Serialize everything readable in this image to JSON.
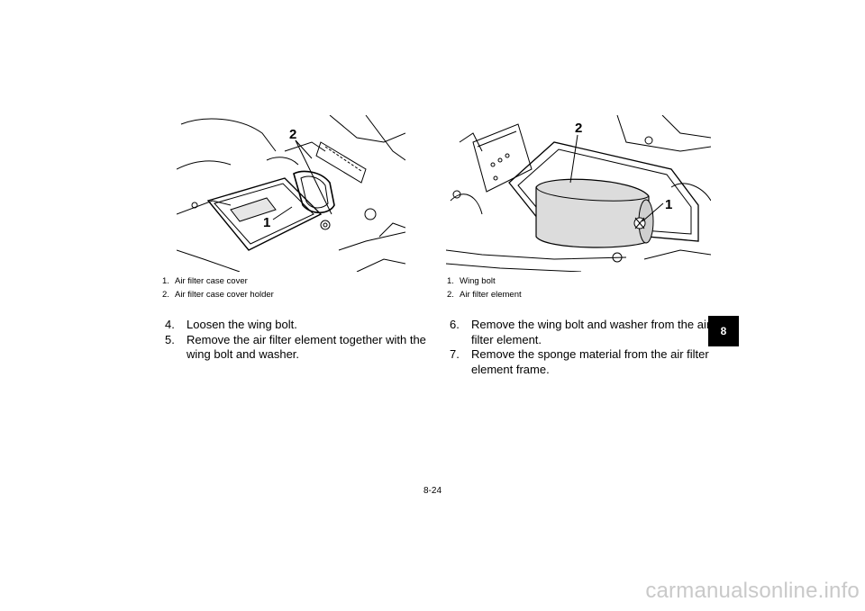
{
  "figures": {
    "left": {
      "callouts": [
        "1",
        "2"
      ],
      "caption": [
        {
          "num": "1.",
          "text": "Air filter case cover"
        },
        {
          "num": "2.",
          "text": "Air filter case cover holder"
        }
      ]
    },
    "right": {
      "callouts": [
        "1",
        "2"
      ],
      "caption": [
        {
          "num": "1.",
          "text": "Wing bolt"
        },
        {
          "num": "2.",
          "text": "Air filter element"
        }
      ]
    }
  },
  "steps_left": [
    {
      "num": "4.",
      "text": "Loosen the wing bolt."
    },
    {
      "num": "5.",
      "text": "Remove the air filter element together with the wing bolt and washer."
    }
  ],
  "steps_right": [
    {
      "num": "6.",
      "text": "Remove the wing bolt and washer from the air filter element."
    },
    {
      "num": "7.",
      "text": "Remove the sponge material from the air filter element frame."
    }
  ],
  "section_tab": "8",
  "page_number": "8-24",
  "watermark": "carmanualsonline.info"
}
